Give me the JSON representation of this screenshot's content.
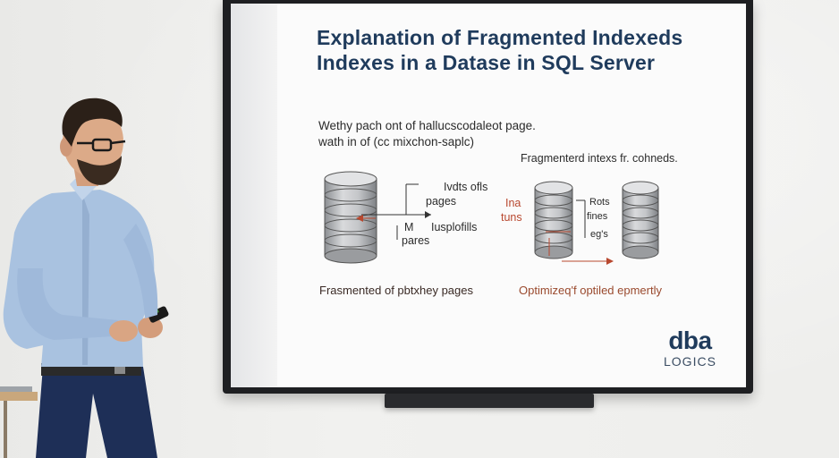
{
  "slide": {
    "title_line1": "Explanation of Fragmented Indexeds",
    "title_line2": "Indexes in a Datase in SQL Server",
    "subtext_line1": "Wethy pach ont of hallucscodaleot page.",
    "subtext_line2": "wath in of (cc mixchon-saplc)",
    "right_heading": "Fragmenterd intexs fr. cohneds.",
    "left_labels": {
      "l1": "Ivdts ofls",
      "l2": "pages",
      "l3": "M",
      "l4": "Iusplofills",
      "l5": "pares"
    },
    "right_labels": {
      "r1": "Ina",
      "r2": "tuns",
      "r3": "Rots",
      "r4": "fines",
      "r5": "eg's"
    },
    "caption_left": "Frasmented of pbtxhey pages",
    "caption_right": "Optimizeq'f optiled epmertly",
    "logo_top": "dba",
    "logo_bottom": "LOGICS"
  },
  "colors": {
    "title": "#1f3b5c",
    "accent_red": "#b8482f",
    "screen_bezel": "#1e1f22",
    "shirt": "#a9c2e0",
    "trousers": "#1e2f57"
  },
  "icons": [
    "database-icon",
    "arrow-icon"
  ]
}
